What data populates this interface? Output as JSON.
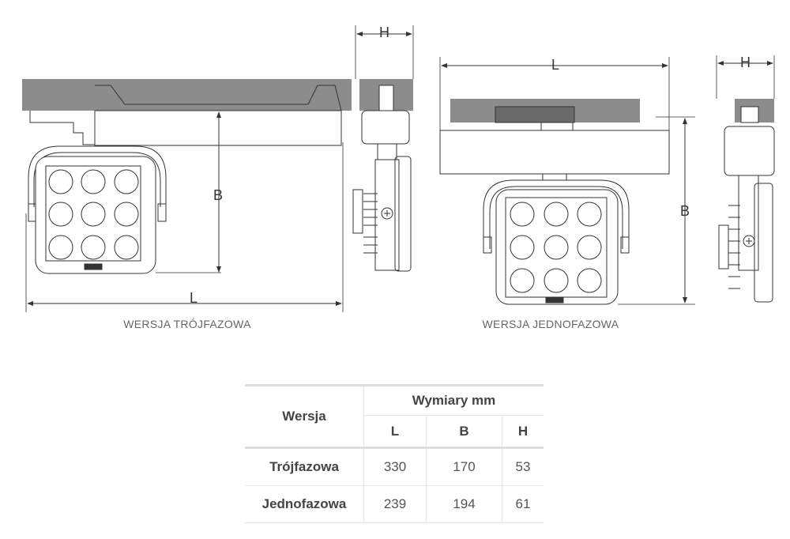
{
  "diagram": {
    "left_caption": "WERSJA TRÓJFAZOWA",
    "right_caption": "WERSJA JEDNOFAZOWA",
    "dim_labels": {
      "L": "L",
      "B": "B",
      "H": "H"
    },
    "colors": {
      "track": "#8c8c8c",
      "line": "#333333"
    }
  },
  "table": {
    "version_header": "Wersja",
    "dims_header": "Wymiary mm",
    "columns": [
      "L",
      "B",
      "H"
    ],
    "rows": [
      {
        "name": "Trójfazowa",
        "values": [
          "330",
          "170",
          "53"
        ]
      },
      {
        "name": "Jednofazowa",
        "values": [
          "239",
          "194",
          "61"
        ]
      }
    ]
  }
}
